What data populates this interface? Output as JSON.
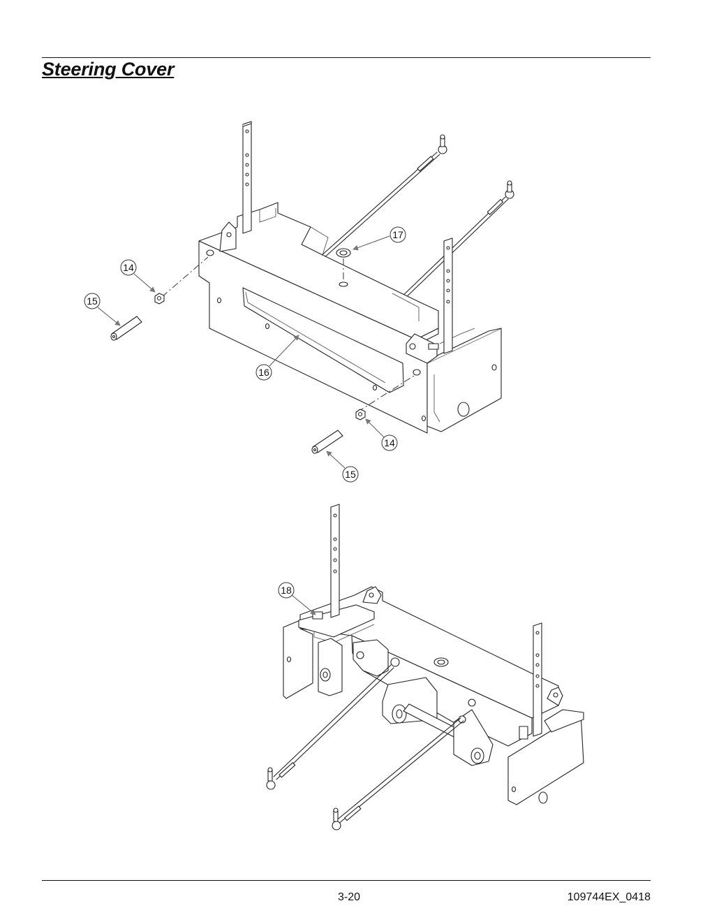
{
  "header": {
    "title": "Steering Cover"
  },
  "footer": {
    "page_number": "3-20",
    "doc_id": "109744EX_0418"
  },
  "callouts": {
    "c14a": "14",
    "c15a": "15",
    "c16": "16",
    "c17": "17",
    "c14b": "14",
    "c15b": "15",
    "c18": "18"
  }
}
